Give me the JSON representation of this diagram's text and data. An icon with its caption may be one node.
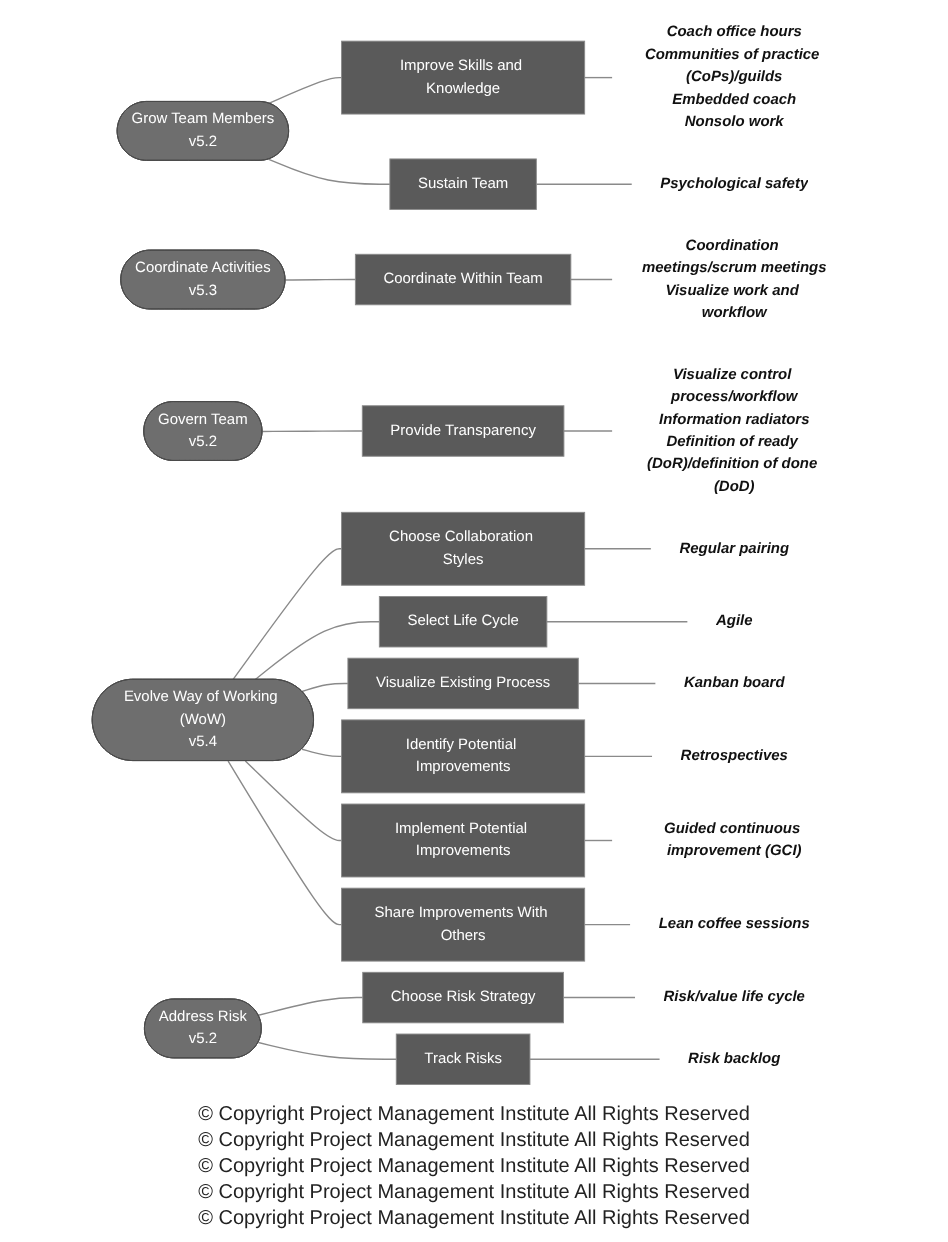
{
  "diagram": {
    "nodes": [
      {
        "text": [
          "Grow Team Members",
          "v5.2"
        ]
      },
      {
        "text": [
          "Improve Skills and Knowledge"
        ]
      },
      {
        "text": [
          "Coach office hours",
          "Communities of practice (CoPs)/guilds",
          "Embedded coach",
          "Nonsolo work"
        ]
      },
      {
        "text": [
          "Sustain Team"
        ]
      },
      {
        "text": [
          "Psychological safety"
        ]
      },
      {
        "text": [
          "Coordinate Activities",
          "v5.3"
        ]
      },
      {
        "text": [
          "Coordinate Within Team"
        ]
      },
      {
        "text": [
          "Coordination meetings/scrum meetings",
          "Visualize work and workflow"
        ]
      },
      {
        "text": [
          "Govern Team",
          "v5.2"
        ]
      },
      {
        "text": [
          "Provide Transparency"
        ]
      },
      {
        "text": [
          "Visualize control process/workflow",
          "Information radiators",
          "Definition of ready (DoR)/definition of done (DoD)"
        ]
      },
      {
        "text": [
          "Evolve Way of Working (WoW)",
          "v5.4"
        ]
      },
      {
        "text": [
          "Choose Collaboration Styles"
        ]
      },
      {
        "text": [
          "Regular pairing"
        ]
      },
      {
        "text": [
          "Select Life Cycle"
        ]
      },
      {
        "text": [
          "Agile"
        ]
      },
      {
        "text": [
          "Visualize Existing Process"
        ]
      },
      {
        "text": [
          "Kanban board"
        ]
      },
      {
        "text": [
          "Identify Potential Improvements"
        ]
      },
      {
        "text": [
          "Retrospectives"
        ]
      },
      {
        "text": [
          "Implement Potential Improvements"
        ]
      },
      {
        "text": [
          "Guided continuous improvement (GCI)"
        ]
      },
      {
        "text": [
          "Share Improvements With Others"
        ]
      },
      {
        "text": [
          "Lean coffee sessions"
        ]
      },
      {
        "text": [
          "Address Risk",
          "v5.2"
        ]
      },
      {
        "text": [
          "Choose Risk Strategy"
        ]
      },
      {
        "text": [
          "Risk/value life cycle"
        ]
      },
      {
        "text": [
          "Track Risks"
        ]
      },
      {
        "text": [
          "Risk backlog"
        ]
      }
    ],
    "edges": [
      {
        "from": 0,
        "to": 1,
        "arrow": "none"
      },
      {
        "from": 1,
        "to": 2,
        "arrow": "none"
      },
      {
        "from": 0,
        "to": 3,
        "arrow": "none"
      },
      {
        "from": 3,
        "to": 4,
        "arrow": "none"
      },
      {
        "from": 5,
        "to": 6,
        "arrow": "none"
      },
      {
        "from": 6,
        "to": 7,
        "arrow": "none"
      },
      {
        "from": 8,
        "to": 9,
        "arrow": "none"
      },
      {
        "from": 9,
        "to": 10,
        "arrow": "none"
      },
      {
        "from": 11,
        "to": 12,
        "arrow": "none"
      },
      {
        "from": 12,
        "to": 13,
        "arrow": "none"
      },
      {
        "from": 11,
        "to": 14,
        "arrow": "none"
      },
      {
        "from": 14,
        "to": 15,
        "arrow": "none"
      },
      {
        "from": 11,
        "to": 16,
        "arrow": "none"
      },
      {
        "from": 16,
        "to": 17,
        "arrow": "none"
      },
      {
        "from": 11,
        "to": 18,
        "arrow": "none"
      },
      {
        "from": 18,
        "to": 19,
        "arrow": "none"
      },
      {
        "from": 11,
        "to": 20,
        "arrow": "none"
      },
      {
        "from": 20,
        "to": 21,
        "arrow": "none"
      },
      {
        "from": 11,
        "to": 22,
        "arrow": "none"
      },
      {
        "from": 22,
        "to": 23,
        "arrow": "none"
      },
      {
        "from": 24,
        "to": 25,
        "arrow": "none"
      },
      {
        "from": 25,
        "to": 26,
        "arrow": "none"
      },
      {
        "from": 24,
        "to": 27,
        "arrow": "none"
      },
      {
        "from": 27,
        "to": 28,
        "arrow": "none"
      }
    ],
    "labels": [
      "© Copyright Project Management Institute All Rights Reserved",
      "© Copyright Project Management Institute All Rights Reserved",
      "© Copyright Project Management Institute All Rights Reserved",
      "© Copyright Project Management Institute All Rights Reserved",
      "© Copyright Project Management Institute All Rights Reserved"
    ]
  }
}
